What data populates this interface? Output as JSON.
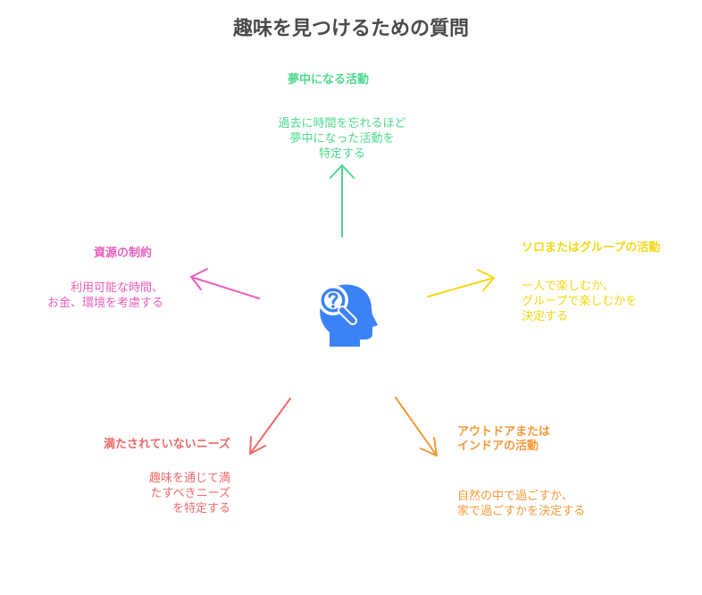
{
  "title": "趣味を見つけるための質問",
  "nodes": {
    "top": {
      "title": "夢中になる活動",
      "desc": [
        "過去に時間を忘れるほど",
        "夢中になった活動を",
        "特定する"
      ],
      "color": "#4ed98d"
    },
    "right": {
      "title": "ソロまたはグループの活動",
      "desc": [
        "一人で楽しむか、",
        "グループで楽しむかを",
        "決定する"
      ],
      "color": "#f5d715"
    },
    "bottom_right": {
      "title": [
        "アウトドアまたは",
        "インドアの活動"
      ],
      "desc": [
        "自然の中で過ごすか、",
        "家で過ごすかを決定する"
      ],
      "color": "#f39a3a"
    },
    "bottom_left": {
      "title": "満たされていないニーズ",
      "desc": [
        "趣味を通じて満",
        "たすべきニーズ",
        "を特定する"
      ],
      "color": "#f06a6a"
    },
    "left": {
      "title": "資源の制約",
      "desc": [
        "利用可能な時間、",
        "お金、環境を考慮する"
      ],
      "color": "#ea5fbc"
    }
  },
  "center_icon": "head-question-magnifier-icon",
  "icon_color": "#3b82f6"
}
